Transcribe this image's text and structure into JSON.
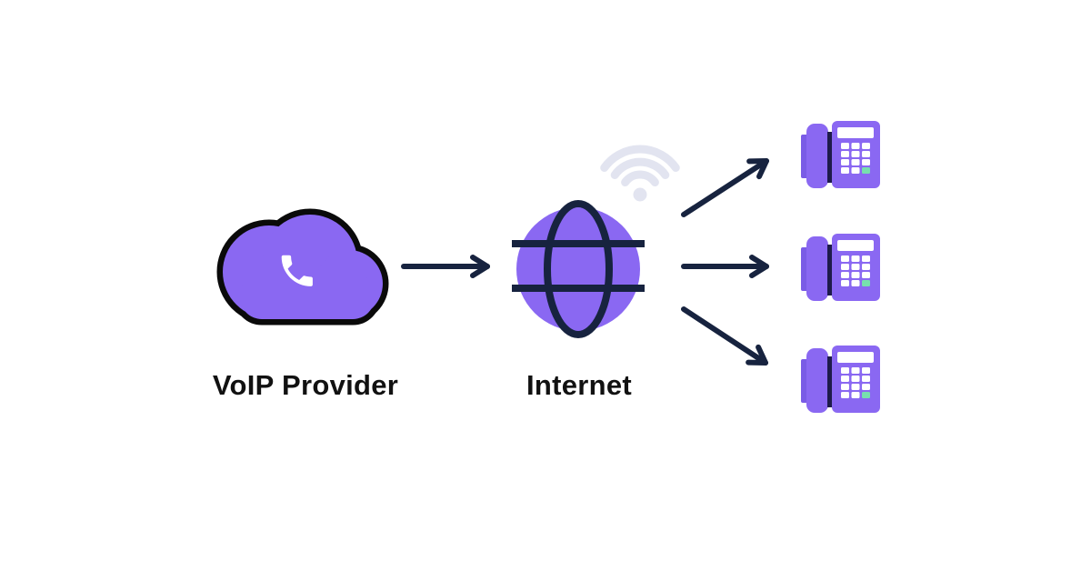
{
  "diagram": {
    "type": "flow",
    "background": "#FFFFFF",
    "nodes": {
      "provider": {
        "label": "VoIP Provider",
        "icon": "cloud-phone-icon"
      },
      "internet": {
        "label": "Internet",
        "icon": "globe-icon",
        "badge_icon": "wifi-icon"
      },
      "endpoints": {
        "icon": "desk-phone-icon",
        "count": 3
      }
    },
    "connections": [
      {
        "from": "provider",
        "to": "internet"
      },
      {
        "from": "internet",
        "to": "phone-1"
      },
      {
        "from": "internet",
        "to": "phone-2"
      },
      {
        "from": "internet",
        "to": "phone-3"
      }
    ],
    "colors": {
      "purple": "#8A68F2",
      "navy_arrow": "#17233F",
      "cloud_outline_black": "#0A0A0A",
      "keypad_mint": "#77E0AE",
      "wifi_gray": "#E2E4F0",
      "phone_dark_indigo": "#1E1B4B",
      "handset_shadow_purple": "#7A5CE6",
      "label_text": "#111111",
      "background": "#FFFFFF"
    }
  }
}
